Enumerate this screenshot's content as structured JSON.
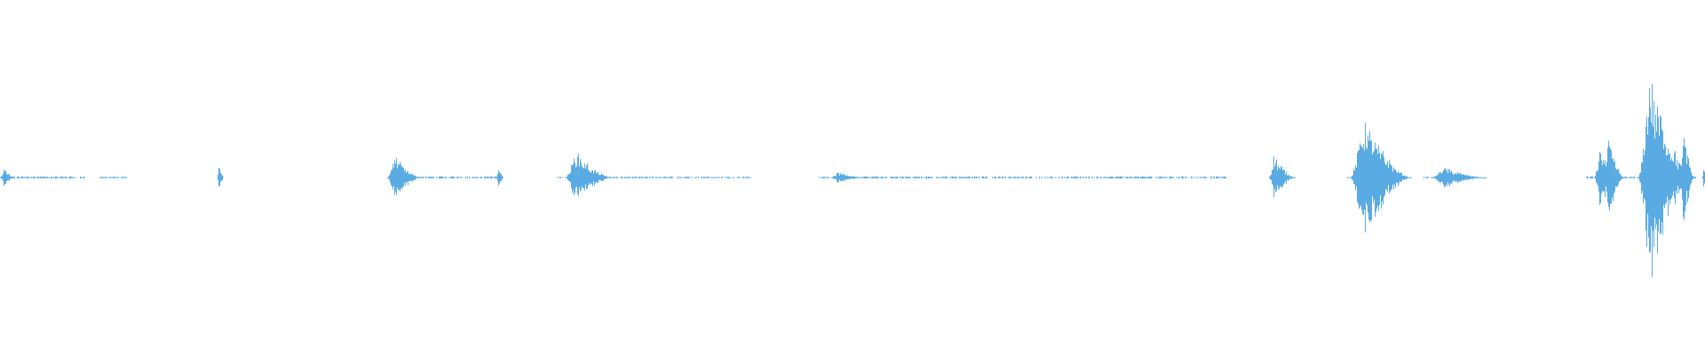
{
  "waveform": {
    "color": "#5aabe3",
    "background": "#ffffff",
    "bursts": [
      {
        "t": 0.002,
        "dur": 0.004,
        "amp": 0.06
      },
      {
        "t": 0.128,
        "dur": 0.002,
        "amp": 0.09
      },
      {
        "t": 0.231,
        "dur": 0.01,
        "amp": 0.12
      },
      {
        "t": 0.292,
        "dur": 0.002,
        "amp": 0.08
      },
      {
        "t": 0.337,
        "dur": 0.014,
        "amp": 0.14
      },
      {
        "t": 0.491,
        "dur": 0.01,
        "amp": 0.03
      },
      {
        "t": 0.747,
        "dur": 0.008,
        "amp": 0.12
      },
      {
        "t": 0.799,
        "dur": 0.018,
        "amp": 0.34
      },
      {
        "t": 0.846,
        "dur": 0.016,
        "amp": 0.06
      },
      {
        "t": 0.938,
        "dur": 0.008,
        "amp": 0.16
      },
      {
        "t": 0.943,
        "dur": 0.006,
        "amp": 0.22
      },
      {
        "t": 0.967,
        "dur": 0.016,
        "amp": 0.58
      },
      {
        "t": 0.987,
        "dur": 0.004,
        "amp": 0.32
      },
      {
        "t": 0.999,
        "dur": 0.002,
        "amp": 0.08
      }
    ],
    "noise_segments": [
      {
        "start": 0.0,
        "end": 0.05,
        "amp": 0.006
      },
      {
        "start": 0.058,
        "end": 0.075,
        "amp": 0.004
      },
      {
        "start": 0.233,
        "end": 0.293,
        "amp": 0.006
      },
      {
        "start": 0.327,
        "end": 0.44,
        "amp": 0.005
      },
      {
        "start": 0.48,
        "end": 0.72,
        "amp": 0.006
      },
      {
        "start": 0.745,
        "end": 0.76,
        "amp": 0.004
      },
      {
        "start": 0.79,
        "end": 0.82,
        "amp": 0.005
      },
      {
        "start": 0.835,
        "end": 0.86,
        "amp": 0.005
      },
      {
        "start": 0.93,
        "end": 0.995,
        "amp": 0.006
      }
    ]
  }
}
